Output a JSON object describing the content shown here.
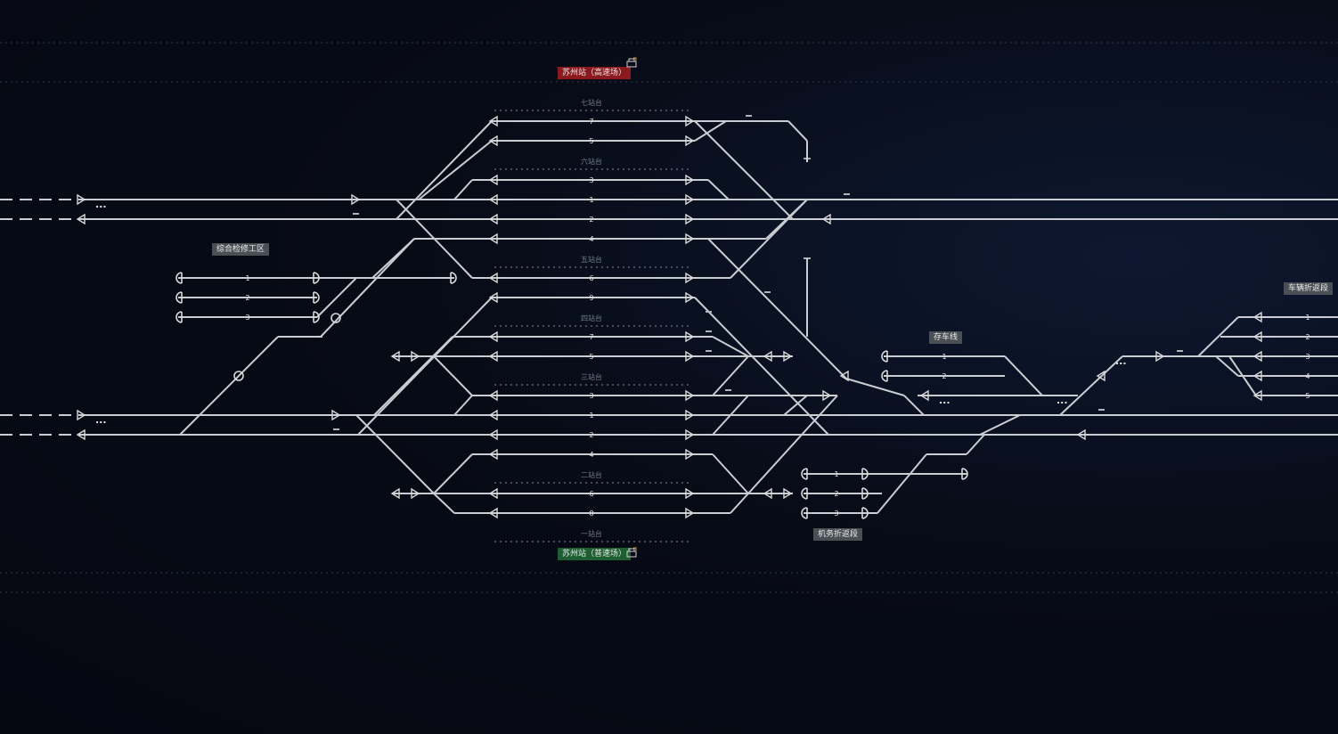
{
  "stations": {
    "high_speed": {
      "name": "苏州站（高速场）",
      "color": "#8b1a1e"
    },
    "regular": {
      "name": "苏州站（普速场）",
      "color": "#1d5e32"
    }
  },
  "depots": {
    "maintenance": "综合检修工区",
    "storage": "存车线",
    "locomotive": "机务折返段",
    "car_turnback": "车辆折返段"
  },
  "platforms": {
    "p7": "七站台",
    "p6": "六站台",
    "p5": "五站台",
    "p4": "四站台",
    "p3": "三站台",
    "p2": "二站台",
    "p1": "一站台"
  },
  "track_numbers": {
    "hs_7": "7",
    "hs_5": "5",
    "hs_3": "3",
    "hs_1": "1",
    "hs_2": "2",
    "hs_4": "4",
    "hs_6": "6",
    "r_9": "9",
    "r_7": "7",
    "r_5": "5",
    "r_3": "3",
    "r_1": "1",
    "r_2": "2",
    "r_4": "4",
    "r_6": "6",
    "r_8": "8",
    "maint_1": "1",
    "maint_2": "2",
    "maint_3": "3",
    "store_1": "1",
    "store_2": "2",
    "loco_1": "1",
    "loco_2": "2",
    "loco_3": "3",
    "car_1": "1",
    "car_2": "2",
    "car_3": "3",
    "car_4": "4",
    "car_5": "5"
  },
  "ellipsis": "...",
  "icons": [
    "station-building-icon"
  ],
  "colors": {
    "background": "#070b16",
    "track": "#c9ccd0",
    "platform": "#5c6170"
  }
}
